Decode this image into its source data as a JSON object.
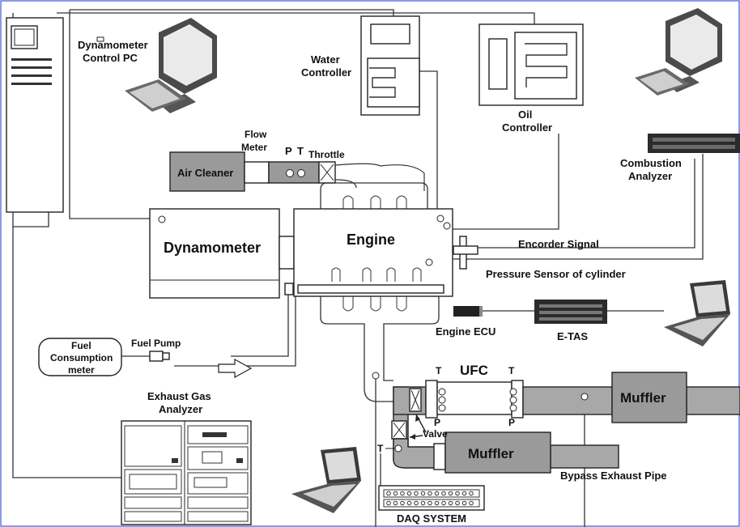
{
  "labels": {
    "dyno_pc": [
      "Dynamometer",
      "Control PC"
    ],
    "water_controller": [
      "Water",
      "Controller"
    ],
    "oil_controller": [
      "Oil",
      "Controller"
    ],
    "combustion_analyzer": [
      "Combustion",
      "Analyzer"
    ],
    "flow_meter": [
      "Flow",
      "Meter"
    ],
    "p": "P",
    "t": "T",
    "throttle": "Throttle",
    "air_cleaner": "Air Cleaner",
    "dynamometer": "Dynamometer",
    "engine": "Engine",
    "encoder_signal": "Encorder Signal",
    "pressure_sensor": "Pressure Sensor of cylinder",
    "engine_ecu": "Engine ECU",
    "etas": "E-TAS",
    "fuel_consumption": [
      "Fuel",
      "Consumption",
      "meter"
    ],
    "fuel_pump": "Fuel Pump",
    "exhaust_gas_analyzer": [
      "Exhaust Gas",
      "Analyzer"
    ],
    "ufc": "UFC",
    "valve": "Valve",
    "muffler_main": "Muffler",
    "muffler_bypass": "Muffler",
    "bypass_pipe": "Bypass Exhaust Pipe",
    "daq": "DAQ SYSTEM"
  },
  "colors": {
    "box_gray": "#9a9a9a",
    "pipe_gray": "#a8a8a8",
    "light_gray": "#e6e6e6",
    "frame_blue": "#3b5bdb"
  }
}
